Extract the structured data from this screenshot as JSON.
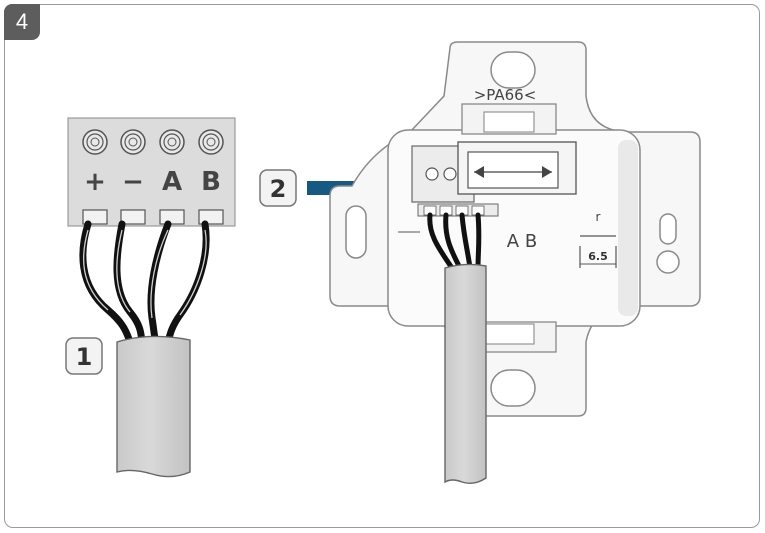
{
  "step_number": "4",
  "terminal_labels": [
    "+",
    "−",
    "A",
    "B"
  ],
  "callout_1": "1",
  "callout_2": "2",
  "device": {
    "material_mark": ">PA66<",
    "bus_labels": "A B",
    "dimension_label": "r",
    "dimension_value": "6.5"
  },
  "colors": {
    "arrow": "#165a84",
    "cable": "#d4d4d4",
    "outline": "#555555",
    "wire": "#111111"
  }
}
